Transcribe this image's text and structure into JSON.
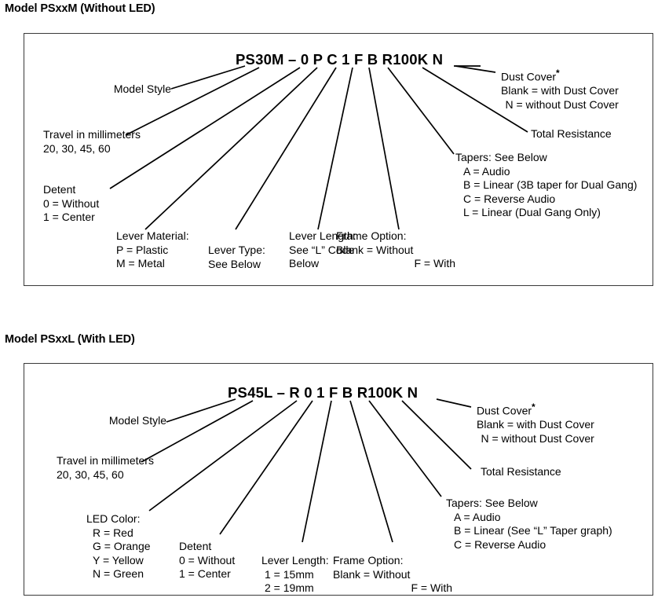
{
  "page": {
    "background": "#ffffff",
    "line_color": "#000000",
    "border_color": "#3a3a3a"
  },
  "panels": [
    {
      "title": "Model PSxxM (Without LED)",
      "part_number": {
        "prefix": "PS30M",
        "prefix_underlined_part": "30",
        "dash": "–",
        "segments": [
          "0",
          "P",
          "C",
          "1",
          "F",
          "B",
          "R100K",
          "N"
        ],
        "full": "PS30M – 0 P C 1 F B R100K N"
      },
      "callouts": [
        {
          "name": "model-style",
          "lines": [
            "Model Style"
          ]
        },
        {
          "name": "travel",
          "lines": [
            "Travel in millimeters",
            "20, 30, 45, 60"
          ]
        },
        {
          "name": "detent",
          "lines": [
            "Detent",
            "0 = Without",
            "1 = Center"
          ]
        },
        {
          "name": "lever-material",
          "lines": [
            "Lever Material:",
            "P = Plastic",
            "M = Metal"
          ]
        },
        {
          "name": "lever-type",
          "lines": [
            "Lever Type:",
            "See Below"
          ]
        },
        {
          "name": "lever-length",
          "lines": [
            "Lever Length:",
            "See “L” Code",
            "Below"
          ]
        },
        {
          "name": "frame-option",
          "lines": [
            "Frame Option:",
            "Blank = Without",
            "F = With"
          ]
        },
        {
          "name": "tapers",
          "lines": [
            "Tapers: See Below",
            "A = Audio",
            "B = Linear (3B taper for Dual Gang)",
            "C = Reverse Audio",
            "L = Linear (Dual Gang Only)"
          ]
        },
        {
          "name": "total-resistance",
          "lines": [
            "Total Resistance"
          ]
        },
        {
          "name": "dust-cover",
          "title": "Dust Cover",
          "title_marker": "*",
          "lines": [
            "Blank = with Dust Cover",
            "N = without Dust Cover"
          ]
        }
      ]
    },
    {
      "title": "Model PSxxL (With LED)",
      "part_number": {
        "prefix": "PS45L",
        "prefix_underlined_part": "45",
        "dash": "–",
        "segments": [
          "R",
          "0",
          "1",
          "F",
          "B",
          "R100K",
          "N"
        ],
        "full": "PS45L – R 0 1 F B R100K N"
      },
      "callouts": [
        {
          "name": "model-style",
          "lines": [
            "Model Style"
          ]
        },
        {
          "name": "travel",
          "lines": [
            "Travel in millimeters",
            "20, 30, 45, 60"
          ]
        },
        {
          "name": "led-color",
          "lines": [
            "LED Color:",
            "R = Red",
            "G = Orange",
            "Y = Yellow",
            "N = Green"
          ]
        },
        {
          "name": "detent",
          "lines": [
            "Detent",
            "0 = Without",
            "1 = Center"
          ]
        },
        {
          "name": "lever-length",
          "lines": [
            "Lever Length:",
            "1 = 15mm",
            "2 = 19mm"
          ]
        },
        {
          "name": "frame-option",
          "lines": [
            "Frame Option:",
            "Blank = Without",
            "F = With"
          ]
        },
        {
          "name": "tapers",
          "lines": [
            "Tapers: See Below",
            "A = Audio",
            "B = Linear (See “L” Taper graph)",
            "C = Reverse Audio"
          ]
        },
        {
          "name": "total-resistance",
          "lines": [
            "Total Resistance"
          ]
        },
        {
          "name": "dust-cover",
          "title": "Dust Cover",
          "title_marker": "*",
          "lines": [
            "Blank = with Dust Cover",
            "N = without Dust Cover"
          ]
        }
      ]
    }
  ]
}
